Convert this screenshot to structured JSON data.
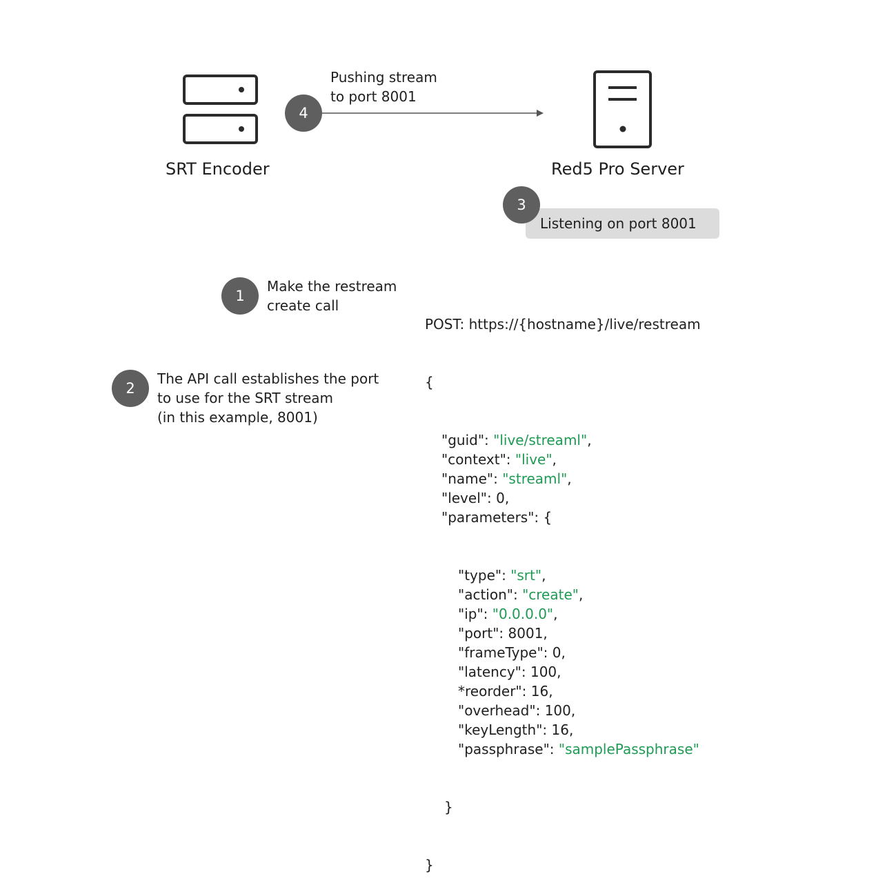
{
  "nodes": {
    "encoder": {
      "label": "SRT Encoder",
      "icon": "server-rack-icon"
    },
    "server": {
      "label": "Red5 Pro Server",
      "icon": "server-tower-icon"
    }
  },
  "arrow": {
    "line1": "Pushing stream",
    "line2": "to port 8001"
  },
  "steps": [
    {
      "number": "1",
      "lines": [
        "Make the restream",
        "create call"
      ]
    },
    {
      "number": "2",
      "lines": [
        "The API call establishes the port",
        "to use for the SRT stream",
        "(in this example, 8001)"
      ]
    },
    {
      "number": "3",
      "text": "Listening on port 8001"
    },
    {
      "number": "4"
    }
  ],
  "request": {
    "header": "POST: https://{hostname}/live/restream",
    "open_brace": "{",
    "close_brace": "}",
    "params_close": "}",
    "fields": [
      {
        "key": "\"guid\"",
        "value": "\"live/streaml\""
      },
      {
        "key": "\"context\"",
        "value": "\"live\""
      },
      {
        "key": "\"name\"",
        "value": "\"streaml\""
      },
      {
        "key": "\"level\"",
        "value": "0"
      },
      {
        "key": "\"parameters\"",
        "value": "{"
      }
    ],
    "parameters": [
      {
        "key": "\"type\"",
        "value": "\"srt\""
      },
      {
        "key": "\"action\"",
        "value": "\"create\""
      },
      {
        "key": "\"ip\"",
        "value": "\"0.0.0.0\""
      },
      {
        "key": "\"port\"",
        "value": "8001"
      },
      {
        "key": "\"frameType\"",
        "value": "0"
      },
      {
        "key": "\"latency\"",
        "value": "100"
      },
      {
        "key": "*reorder\"",
        "value": "16"
      },
      {
        "key": "\"overhead\"",
        "value": "100"
      },
      {
        "key": "\"keyLength\"",
        "value": "16"
      },
      {
        "key": "\"passphrase\"",
        "value": "\"samplePassphrase\""
      }
    ]
  },
  "colors": {
    "badge": "#5f5f5f",
    "pill": "#dcdcdc",
    "string_value": "#1f9a55",
    "icon_stroke": "#2b2b2b",
    "arrow": "#555555"
  }
}
